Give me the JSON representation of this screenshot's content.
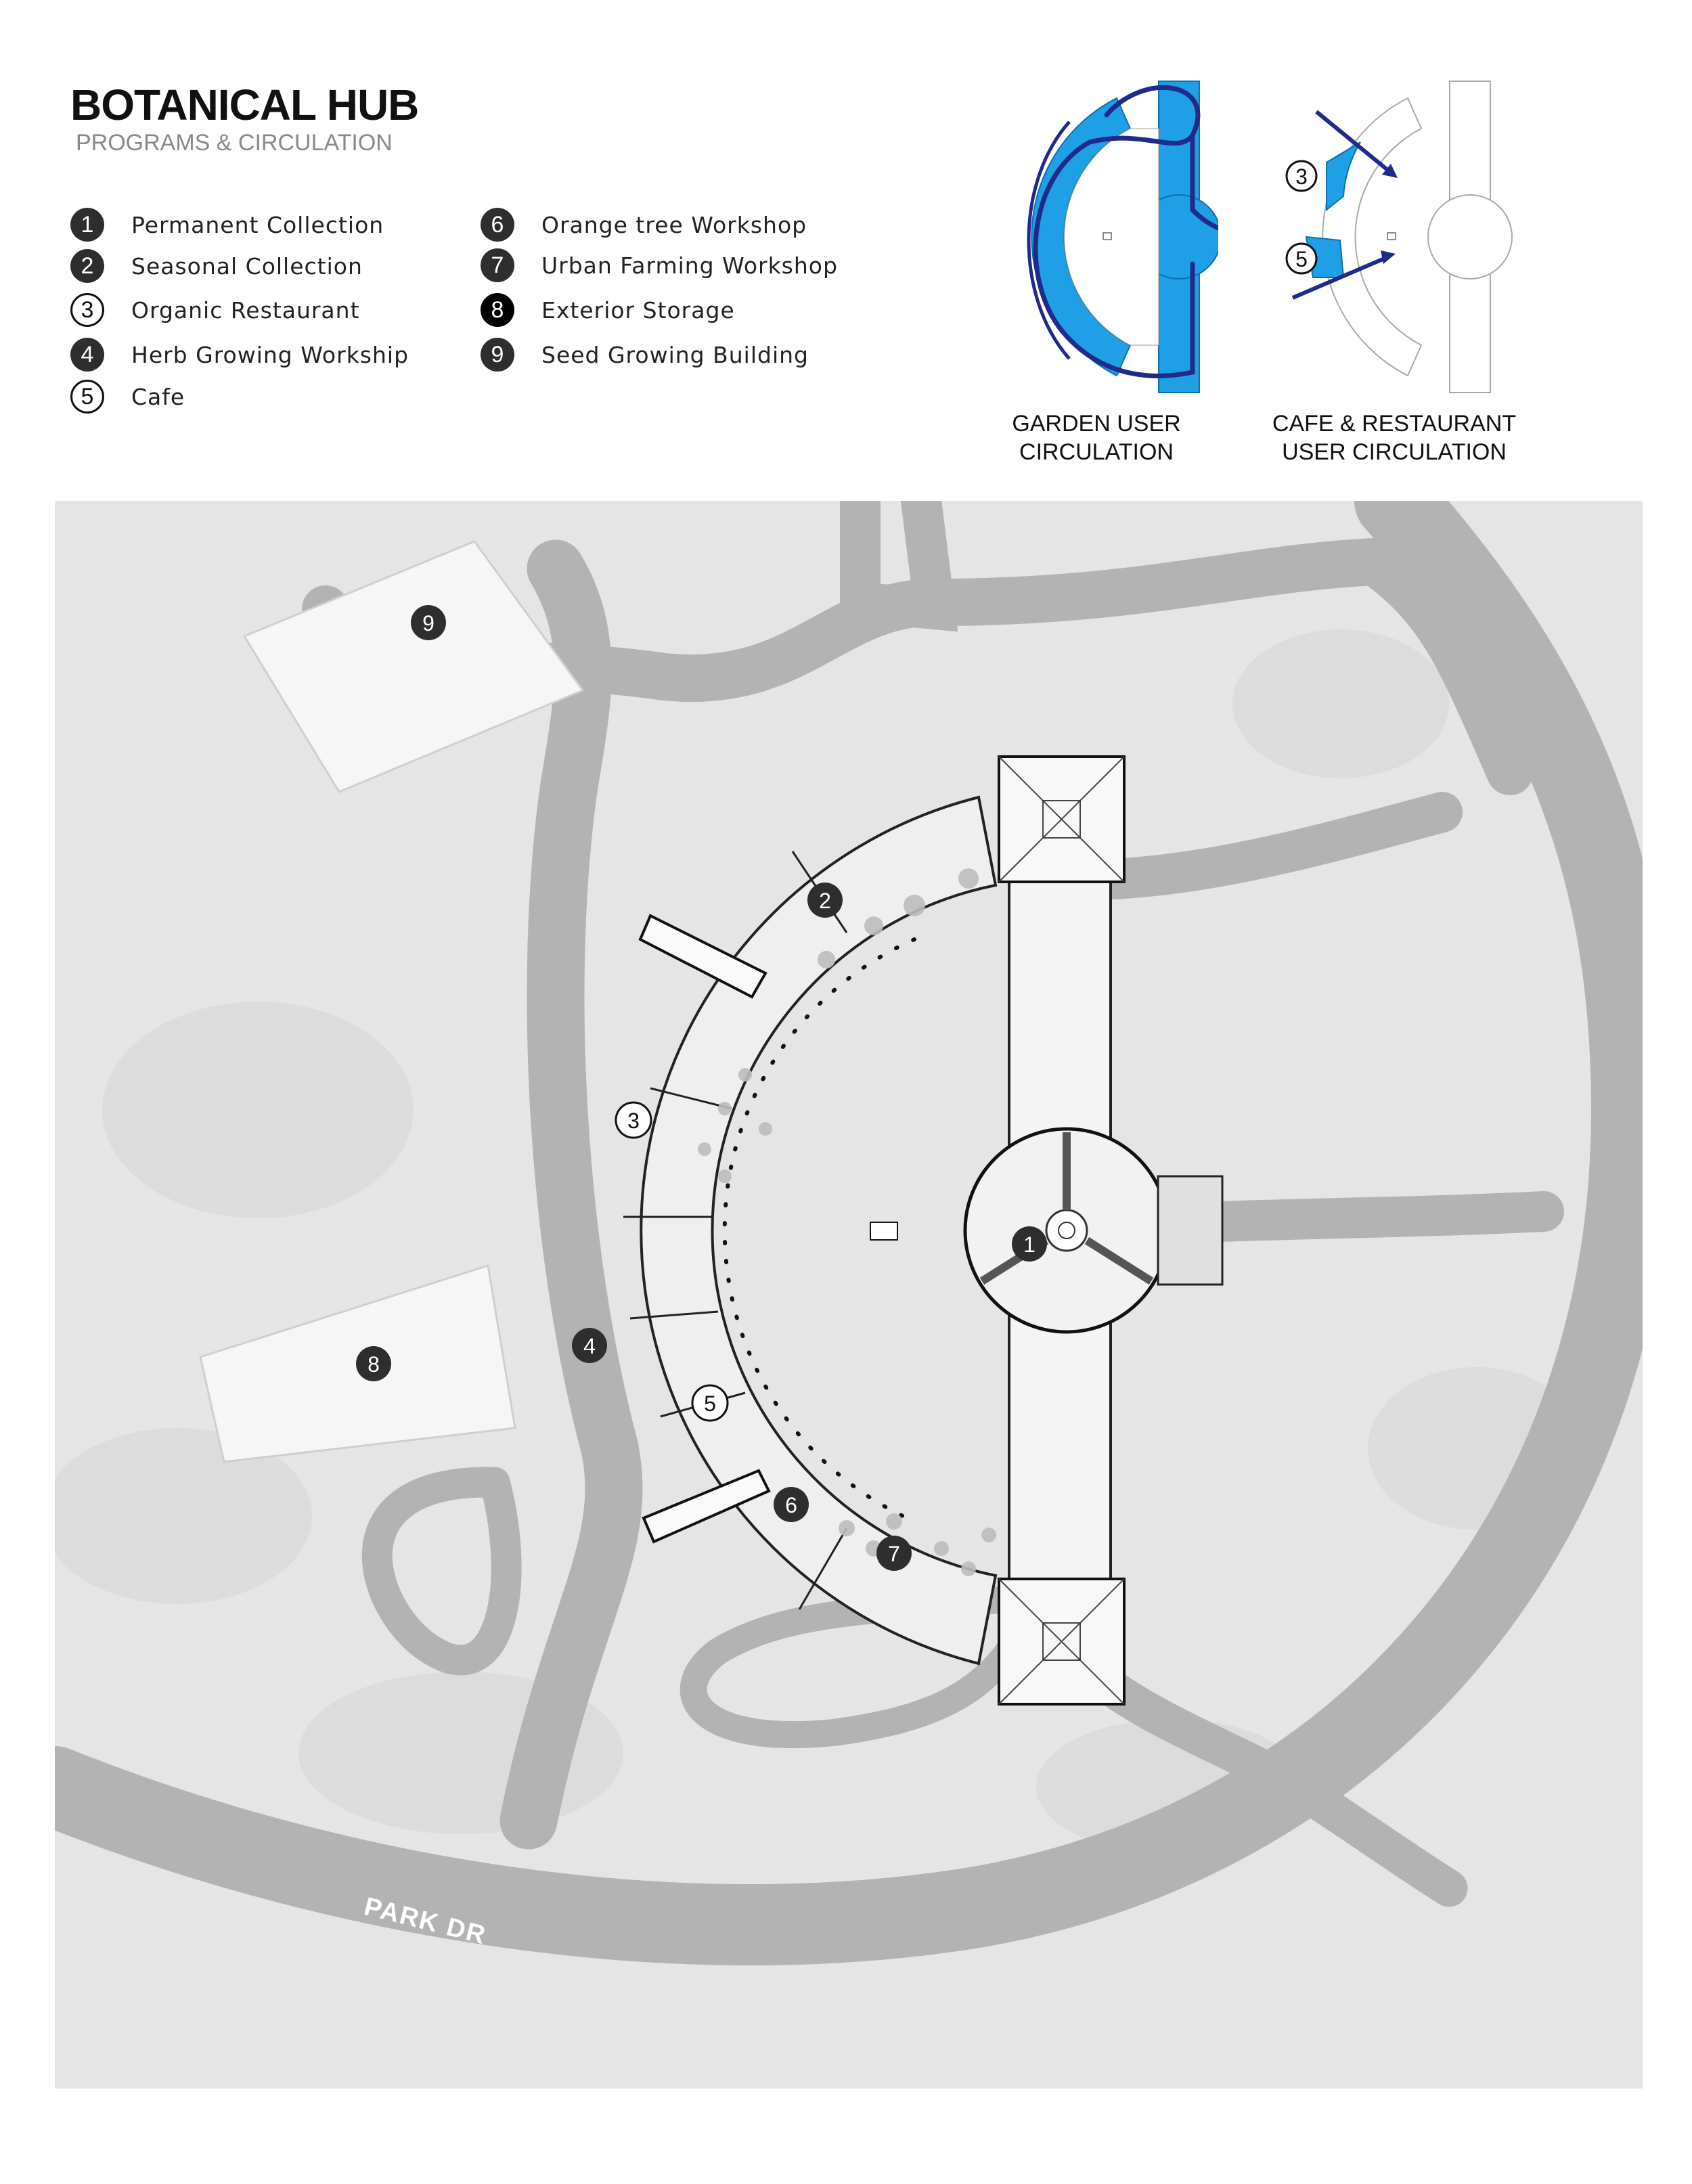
{
  "header": {
    "title": "BOTANICAL HUB",
    "subtitle": "PROGRAMS & CIRCULATION"
  },
  "legend": [
    {
      "num": "1",
      "label": "Permanent Collection",
      "style": "dark"
    },
    {
      "num": "2",
      "label": "Seasonal Collection",
      "style": "dark"
    },
    {
      "num": "3",
      "label": "Organic Restaurant",
      "style": "outline"
    },
    {
      "num": "4",
      "label": "Herb Growing Workship",
      "style": "dark"
    },
    {
      "num": "5",
      "label": "Cafe",
      "style": "outline"
    },
    {
      "num": "6",
      "label": "Orange tree Workshop",
      "style": "dark"
    },
    {
      "num": "7",
      "label": "Urban Farming Workshop",
      "style": "dark"
    },
    {
      "num": "8",
      "label": "Exterior Storage",
      "style": "black"
    },
    {
      "num": "9",
      "label": "Seed Growing Building",
      "style": "dark"
    }
  ],
  "diagrams": {
    "garden": {
      "caption_line1": "GARDEN USER",
      "caption_line2": "CIRCULATION"
    },
    "cafe": {
      "caption_line1": "CAFE & RESTAURANT",
      "caption_line2": "USER CIRCULATION",
      "marker_a": "3",
      "marker_b": "5"
    }
  },
  "site": {
    "street_label": "PARK DR",
    "markers": [
      "1",
      "2",
      "3",
      "4",
      "5",
      "6",
      "7",
      "8",
      "9"
    ]
  },
  "colors": {
    "circulation_fill": "#1e9fe6",
    "circulation_path": "#1f2a8a",
    "road": "#b3b3b3",
    "ground": "#e6e6e6",
    "marker_dark": "#2e2e2e"
  }
}
